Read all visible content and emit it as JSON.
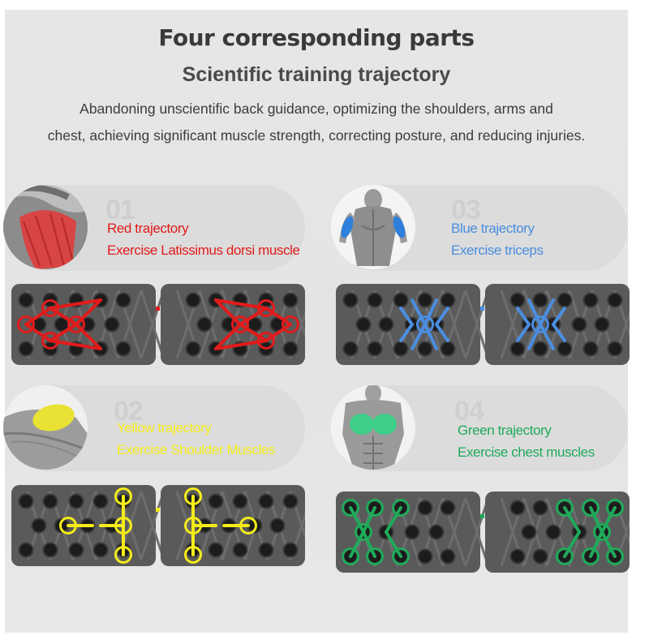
{
  "header": {
    "title": "Four corresponding parts",
    "subtitle": "Scientific training trajectory",
    "desc_line1": "Abandoning unscientific back guidance, optimizing the shoulders, arms and",
    "desc_line2": "chest, achieving significant muscle strength, correcting posture, and reducing injuries."
  },
  "sections": [
    {
      "num": "01",
      "line1": "Red trajectory",
      "line2": "Exercise Latissimus dorsi muscle",
      "color": "#e11b1b",
      "muscle": "lats",
      "pattern": "red"
    },
    {
      "num": "03",
      "line1": "Blue trajectory",
      "line2": "Exercise triceps",
      "color": "#4a8ee0",
      "muscle": "triceps",
      "pattern": "blue"
    },
    {
      "num": "02",
      "line1": "Yellow trajectory",
      "line2": "Exercise Shoulder Muscles",
      "color": "#f4ec1a",
      "muscle": "shoulder",
      "pattern": "yellow"
    },
    {
      "num": "04",
      "line1": "Green trajectory",
      "line2": "Exercise chest muscles",
      "color": "#1faa5a",
      "muscle": "chest",
      "pattern": "green"
    }
  ]
}
